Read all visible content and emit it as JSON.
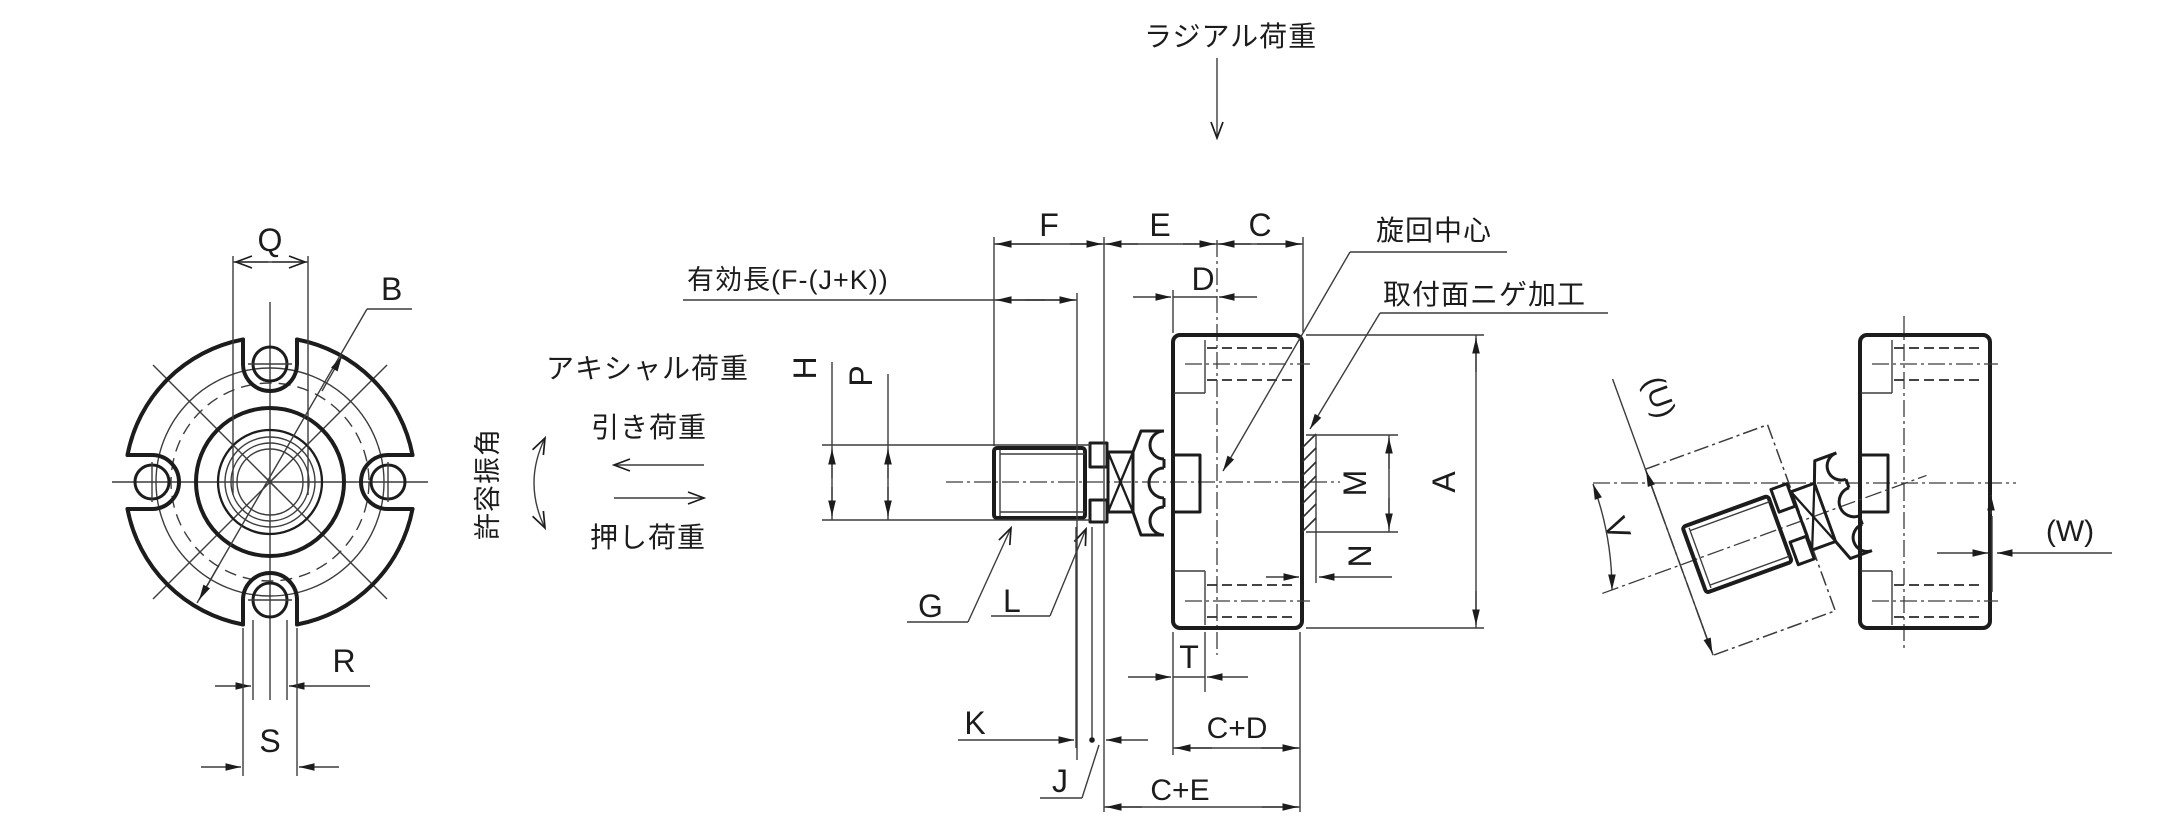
{
  "colors": {
    "ink": "#1c1c1c",
    "background": "#ffffff"
  },
  "annotations": {
    "radial_load": "ラジアル荷重",
    "axial_load": "アキシャル荷重",
    "pull_load": "引き荷重",
    "push_load": "押し荷重",
    "allowable_swing_angle": "許容振角",
    "effective_length": "有効長(F-(J+K))",
    "swivel_center": "旋回中心",
    "mounting_surface_relief": "取付面ニゲ加工"
  },
  "front_view": {
    "dims": {
      "q": "Q",
      "b": "B",
      "r": "R",
      "s": "S"
    }
  },
  "side_view": {
    "dims": {
      "f": "F",
      "e": "E",
      "c": "C",
      "d": "D",
      "h": "H",
      "p": "P",
      "g": "G",
      "l": "L",
      "k": "K",
      "j": "J",
      "t": "T",
      "c_plus_d": "C+D",
      "c_plus_e": "C+E",
      "m": "M",
      "n": "N",
      "a": "A"
    }
  },
  "tilted_view": {
    "dims": {
      "u": "(U)",
      "v": "V",
      "w": "(W)"
    }
  }
}
